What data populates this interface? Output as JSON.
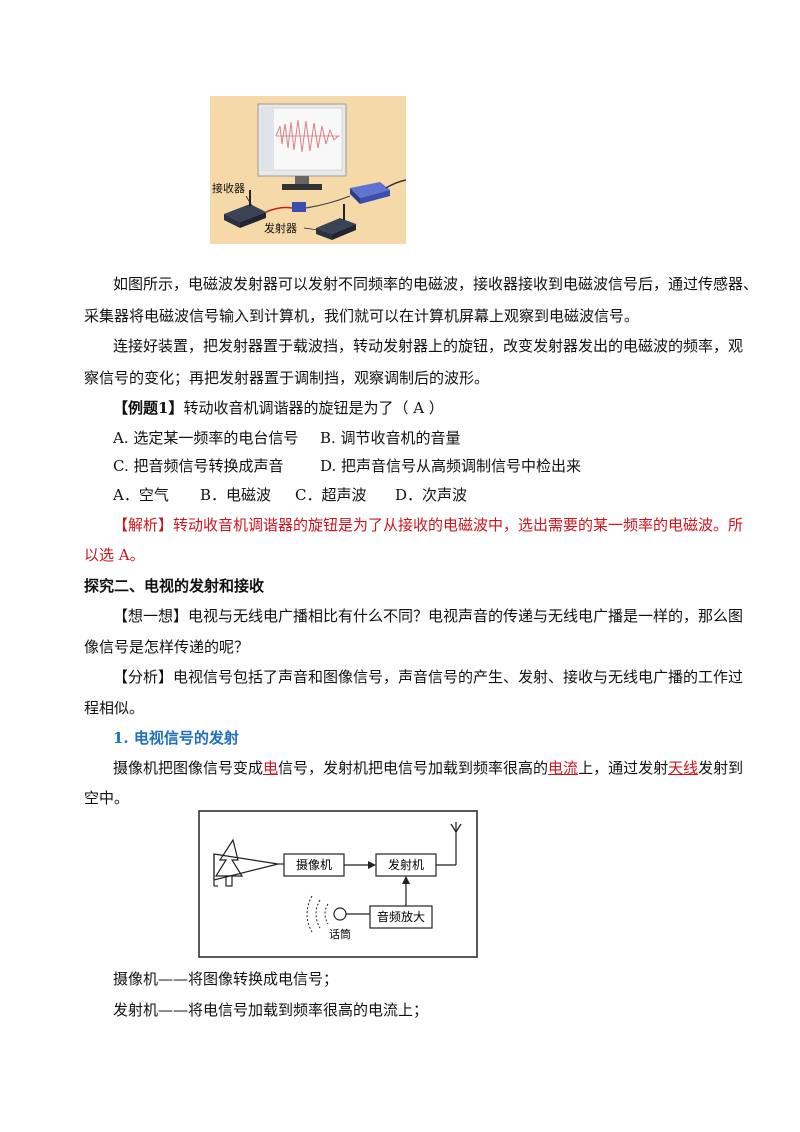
{
  "figure1": {
    "receiver_label": "接收器",
    "transmitter_label": "发射器",
    "colors": {
      "background": "#f6d9a8",
      "monitor": "#e8e8e8",
      "device": "#2a3140",
      "blue_box": "#3a4fb0"
    }
  },
  "para1": {
    "line1": "如图所示，电磁波发射器可以发射不同频率的电磁波，接收器接收到电磁波信号后，通过传感器、",
    "line2": "采集器将电磁波信号输入到计算机，我们就可以在计算机屏幕上观察到电磁波信号。"
  },
  "para2": {
    "line1": "连接好装置，把发射器置于载波挡，转动发射器上的旋钮，改变发射器发出的电磁波的频率，观",
    "line2": "察信号的变化；再把发射器置于调制挡，观察调制后的波形。"
  },
  "example1": {
    "tag": "【例题1】",
    "question": "转动收音机调谐器的旋钮是为了（    A    ）",
    "option_a": "A. 选定某一频率的电台信号",
    "option_b": "B. 调节收音机的音量",
    "option_c": "C. 把音频信号转换成声音",
    "option_d": "D. 把声音信号从高频调制信号中检出来",
    "extra_a": "A．空气",
    "extra_b": "B．电磁波",
    "extra_c": "C．超声波",
    "extra_d": "D．次声波",
    "analysis_tag": "【解析】",
    "analysis_line1": "转动收音机调谐器的旋钮是为了从接收的电磁波中，选出需要的某一频率的电磁波。所",
    "analysis_line2": "以选 A。"
  },
  "section2": {
    "heading": "探究二、电视的发射和接收",
    "think_tag": "【想一想】",
    "think_line1": "电视与无线电广播相比有什么不同？电视声音的传递与无线电广播是一样的，那么图",
    "think_line2": "像信号是怎样传递的呢？",
    "analysis_tag": "【分析】",
    "analysis_line1": "电视信号包括了声音和图像信号，声音信号的产生、发射、接收与无线电广播的工作过",
    "analysis_line2": "程相似。"
  },
  "sub1": {
    "heading": "1. 电视信号的发射",
    "text_pre": "摄像机把图像信号变成",
    "blank1": "电",
    "text_mid1": "信号，发射机把电信号加载到频率很高的",
    "blank2": "电流",
    "text_mid2": "上，通过发射",
    "blank3": "天线",
    "text_post": "发射到",
    "line2": "空中。"
  },
  "diagram": {
    "camera": "摄像机",
    "transmitter": "发射机",
    "amplifier": "音频放大",
    "microphone": "话筒"
  },
  "notes": {
    "camera_note": "摄像机——将图像转换成电信号；",
    "transmitter_note": "发射机——将电信号加载到频率很高的电流上；"
  }
}
